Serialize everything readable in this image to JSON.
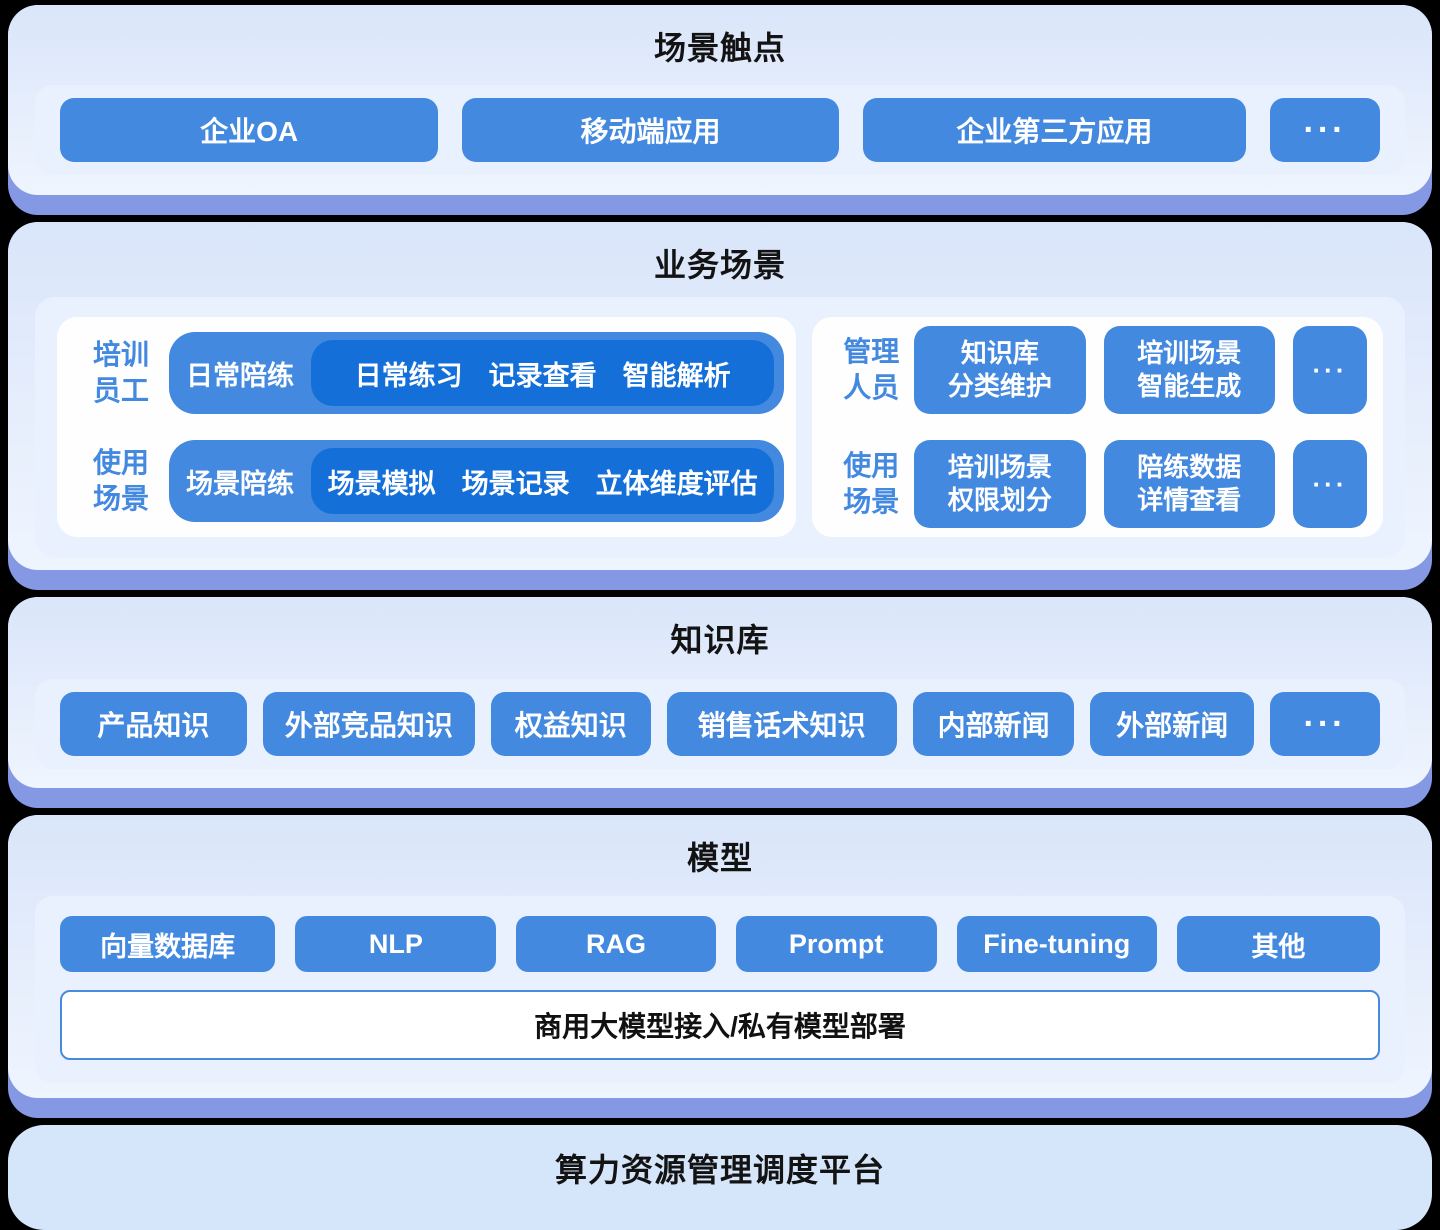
{
  "sections": {
    "touchpoints": {
      "title": "场景触点",
      "buttons": [
        "企业OA",
        "移动端应用",
        "企业第三方应用",
        "···"
      ]
    },
    "business": {
      "title": "业务场景",
      "training_card": {
        "row1": {
          "label1": "培训",
          "label2": "员工",
          "pill": "日常陪练",
          "items": [
            "日常练习",
            "记录查看",
            "智能解析"
          ]
        },
        "row2": {
          "label1": "使用",
          "label2": "场景",
          "pill": "场景陪练",
          "items": [
            "场景模拟",
            "场景记录",
            "立体维度评估"
          ]
        }
      },
      "admin_card": {
        "row1": {
          "label1": "管理",
          "label2": "人员",
          "buttons": [
            {
              "l1": "知识库",
              "l2": "分类维护"
            },
            {
              "l1": "培训场景",
              "l2": "智能生成"
            }
          ],
          "more": "···"
        },
        "row2": {
          "label1": "使用",
          "label2": "场景",
          "buttons": [
            {
              "l1": "培训场景",
              "l2": "权限划分"
            },
            {
              "l1": "陪练数据",
              "l2": "详情查看"
            }
          ],
          "more": "···"
        }
      }
    },
    "knowledge": {
      "title": "知识库",
      "buttons": [
        "产品知识",
        "外部竞品知识",
        "权益知识",
        "销售话术知识",
        "内部新闻",
        "外部新闻",
        "···"
      ]
    },
    "model": {
      "title": "模型",
      "buttons": [
        "向量数据库",
        "NLP",
        "RAG",
        "Prompt",
        "Fine-tuning",
        "其他"
      ],
      "bar": "商用大模型接入/私有模型部署"
    },
    "compute": {
      "title": "算力资源管理调度平台"
    }
  },
  "colors": {
    "page_background": "#000000",
    "section_gradient_top": "#d9e5fa",
    "section_gradient_bottom": "#eff5fe",
    "section_base_strip": "#8498e3",
    "tray_background": "#e8f1fd",
    "card_background": "#fefeff",
    "button_blue": "#4489e0",
    "pill_dark_blue": "#1470d8",
    "label_blue_text": "#4489e0",
    "title_text": "#131313",
    "bar_border_blue": "#4a8ade"
  }
}
